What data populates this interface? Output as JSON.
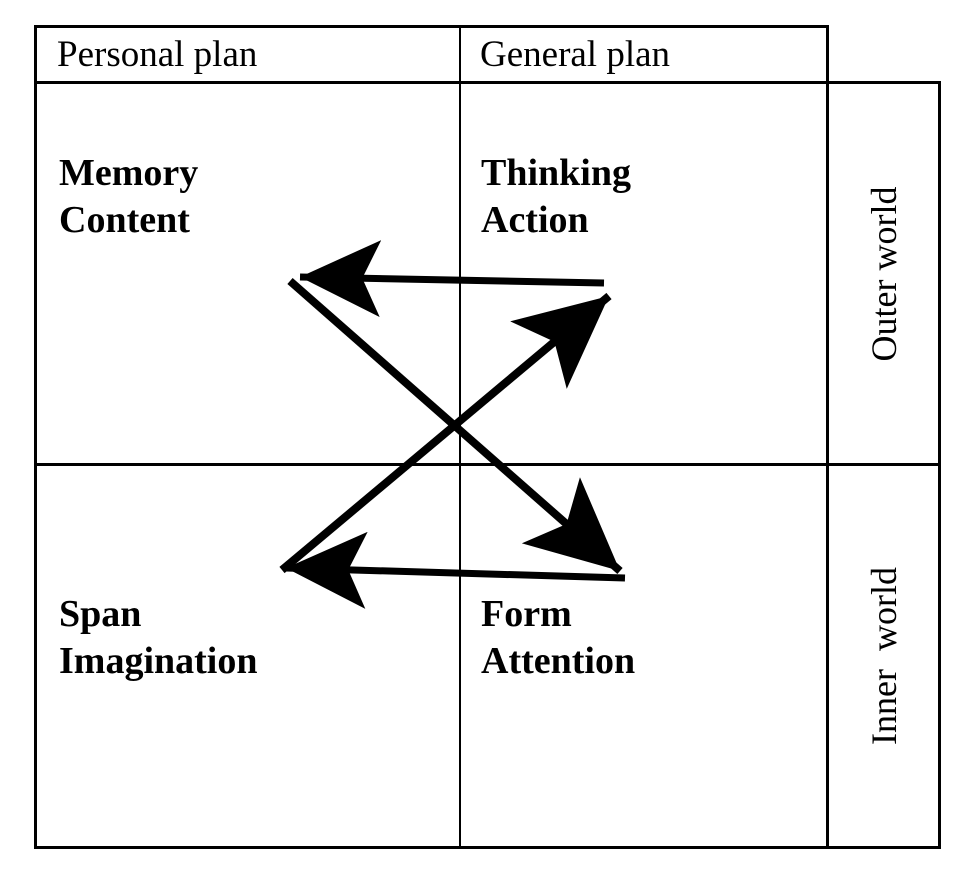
{
  "diagram": {
    "title": "Personal/General plan and Outer/Inner world matrix",
    "colors": {
      "ink": "#000000",
      "background": "#ffffff"
    },
    "columns": [
      {
        "id": "personal",
        "label": "Personal plan"
      },
      {
        "id": "general",
        "label": "General plan"
      }
    ],
    "rows": [
      {
        "id": "outer",
        "label": "Outer world"
      },
      {
        "id": "inner",
        "label": "Inner  world"
      }
    ],
    "cells": {
      "outer_personal": {
        "line1": "Memory",
        "line2": "Content",
        "text": "Memory\nContent"
      },
      "outer_general": {
        "line1": "Thinking",
        "line2": "Action",
        "text": "Thinking\nAction"
      },
      "inner_personal": {
        "line1": "Span",
        "line2": "Imagination",
        "text": "Span\nImagination"
      },
      "inner_general": {
        "line1": "Form",
        "line2": "Attention",
        "text": "Form\nAttention"
      }
    },
    "arrows": [
      {
        "id": "arrow-upper-left-to-lower-right",
        "description": "Double-headed arrow: horizontal head pointing left in upper band, diagonal head pointing down-right into lower-general quadrant",
        "head_start": "left",
        "head_end": "down-right"
      },
      {
        "id": "arrow-lower-left-to-upper-right",
        "description": "Double-headed arrow: horizontal head pointing left in lower band, diagonal head pointing up-right into upper-general quadrant",
        "head_start": "left",
        "head_end": "up-right"
      }
    ]
  }
}
